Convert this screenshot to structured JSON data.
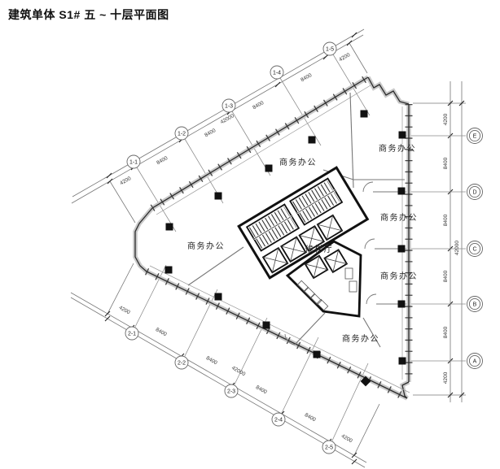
{
  "title": "建筑单体 S1# 五 ~ 十层平面图",
  "rooms": {
    "office": "商务办公",
    "lobby": "候梯厅"
  },
  "grid": {
    "top": [
      "1-1",
      "1-2",
      "1-3",
      "1-4",
      "1-5"
    ],
    "bottom": [
      "2-1",
      "2-2",
      "2-3",
      "2-4",
      "2-5"
    ],
    "right": [
      "E",
      "D",
      "C",
      "B",
      "A"
    ]
  },
  "dims": {
    "end": "4200",
    "bay": "8400",
    "total": "42000"
  }
}
